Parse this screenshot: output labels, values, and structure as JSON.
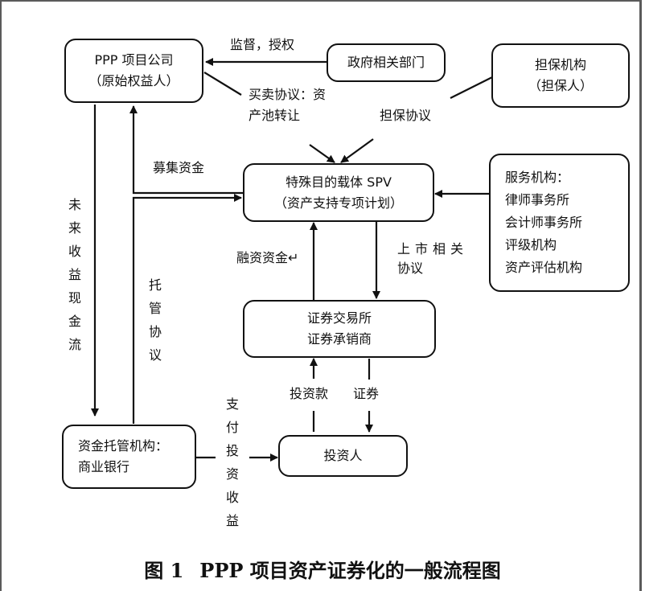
{
  "nodes": {
    "ppp_company": {
      "line1": "PPP 项目公司",
      "line2": "（原始权益人）"
    },
    "government": {
      "line1": "政府相关部门"
    },
    "guarantor": {
      "line1": "担保机构",
      "line2": "（担保人）"
    },
    "spv": {
      "line1": "特殊目的载体 SPV",
      "line2": "（资产支持专项计划）"
    },
    "service": {
      "lines": [
        "服务机构：",
        "律师事务所",
        "会计师事务所",
        "评级机构",
        "资产评估机构"
      ]
    },
    "exchange": {
      "line1": "证券交易所",
      "line2": "证券承销商"
    },
    "custodian": {
      "line1": "资金托管机构：",
      "line2": "商业银行"
    },
    "investor": {
      "line1": "投资人"
    }
  },
  "edges": {
    "supervise": "监督，授权",
    "sale_agreement_1": "买卖协议：资",
    "sale_agreement_2": "产池转让",
    "guarantee_agreement": "担保协议",
    "raise_funds": "募集资金",
    "future_cashflow": "未来收益现金流",
    "custody_agreement": "托管协议",
    "financing_funds": "融资资金↵",
    "listing_agreement_1": "上市相关",
    "listing_agreement_2": "协议",
    "investment": "投资款",
    "securities": "证券",
    "pay_returns": "支付投资收益"
  },
  "caption": {
    "number": "图 1",
    "title": "PPP 项目资产证券化的一般流程图"
  }
}
